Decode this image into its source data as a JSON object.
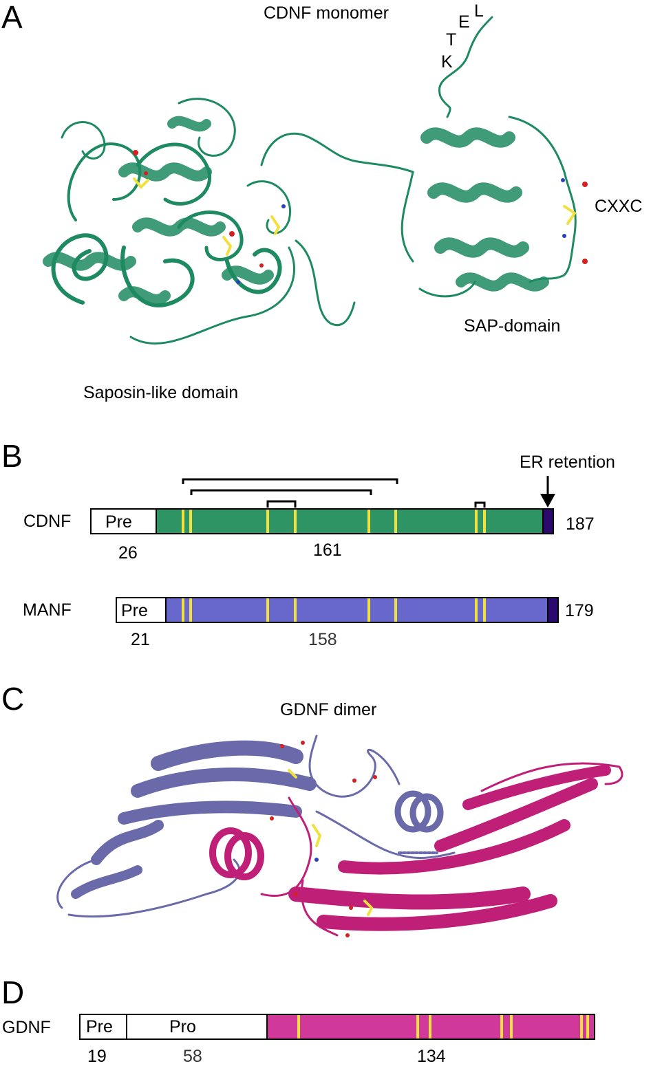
{
  "panels": {
    "A": {
      "letter": "A",
      "title": "CDNF monomer",
      "ktel": [
        "K",
        "T",
        "E",
        "L"
      ],
      "cxxc": "CXXC",
      "sap": "SAP-domain",
      "saposin": "Saposin-like domain"
    },
    "B": {
      "letter": "B",
      "er_label": "ER retention",
      "cdnf": {
        "name": "CDNF",
        "pre": "Pre",
        "end": "187",
        "pre_len": "26",
        "mature_len": "161",
        "color": "#2f9464",
        "cyto_color": "#2a0a6e"
      },
      "manf": {
        "name": "MANF",
        "pre": "Pre",
        "end": "179",
        "pre_len": "21",
        "mature_len": "158",
        "color": "#6868cc",
        "cyto_color": "#2a0a6e"
      }
    },
    "C": {
      "letter": "C",
      "title": "GDNF dimer",
      "chain_a_color": "#6a6aaa",
      "chain_b_color": "#c01f78"
    },
    "D": {
      "letter": "D",
      "gdnf": {
        "name": "GDNF",
        "pre": "Pre",
        "pro": "Pro",
        "pre_len": "19",
        "pro_len": "58",
        "mature_len": "134",
        "color": "#d0399a"
      }
    }
  },
  "colors": {
    "cdnf_ribbon": "#1e8a62",
    "cysteine": "#f0e040",
    "oxygen": "#d62020",
    "nitrogen": "#2a40c0"
  }
}
